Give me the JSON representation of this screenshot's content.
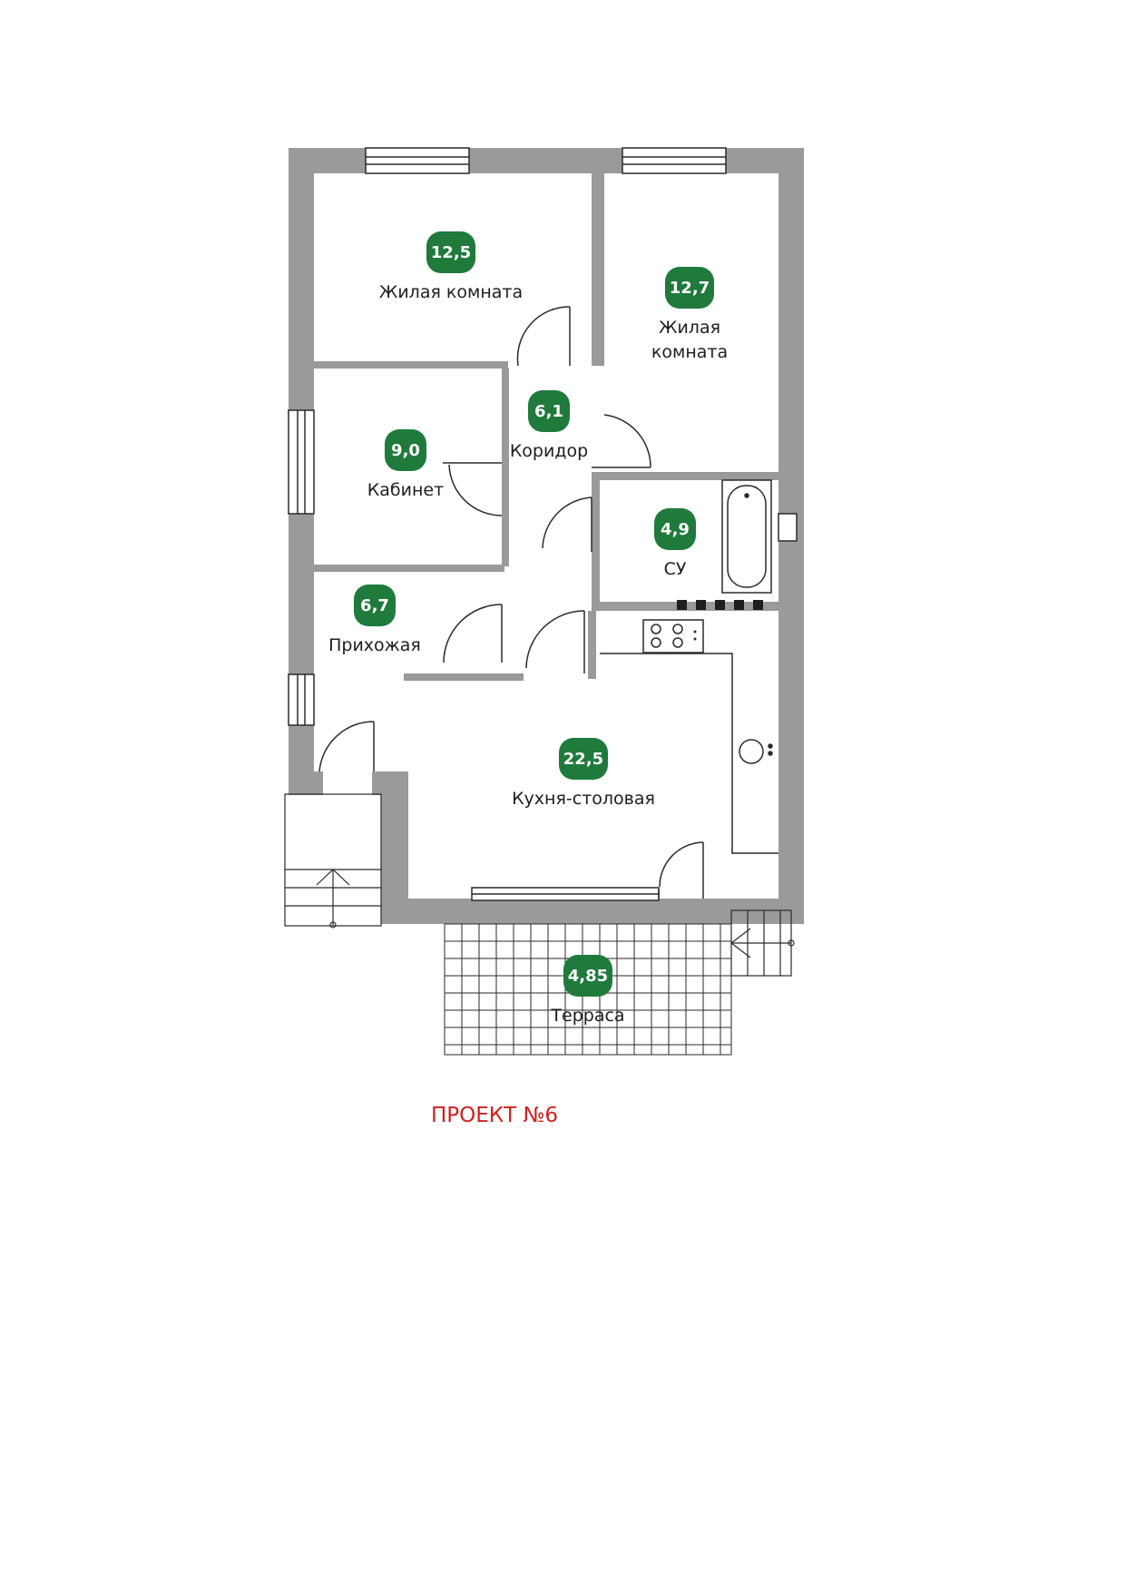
{
  "colors": {
    "wall": "#9a9a9a",
    "badge": "#1f7a3c",
    "badge_text": "#ffffff",
    "line": "#2a2a2a",
    "project_title": "#d22020"
  },
  "rooms": [
    {
      "id": "living-room-1",
      "area": "12,5",
      "label_lines": [
        "Жилая комната"
      ]
    },
    {
      "id": "living-room-2",
      "area": "12,7",
      "label_lines": [
        "Жилая",
        "комната"
      ]
    },
    {
      "id": "corridor",
      "area": "6,1",
      "label_lines": [
        "Коридор"
      ]
    },
    {
      "id": "study",
      "area": "9,0",
      "label_lines": [
        "Кабинет"
      ]
    },
    {
      "id": "bathroom",
      "area": "4,9",
      "label_lines": [
        "СУ"
      ]
    },
    {
      "id": "hallway",
      "area": "6,7",
      "label_lines": [
        "Прихожая"
      ]
    },
    {
      "id": "kitchen-dining",
      "area": "22,5",
      "label_lines": [
        "Кухня-столовая"
      ]
    },
    {
      "id": "terrace",
      "area": "4,85",
      "label_lines": [
        "Терраса"
      ]
    }
  ],
  "project_title": "ПРОЕКТ №6"
}
